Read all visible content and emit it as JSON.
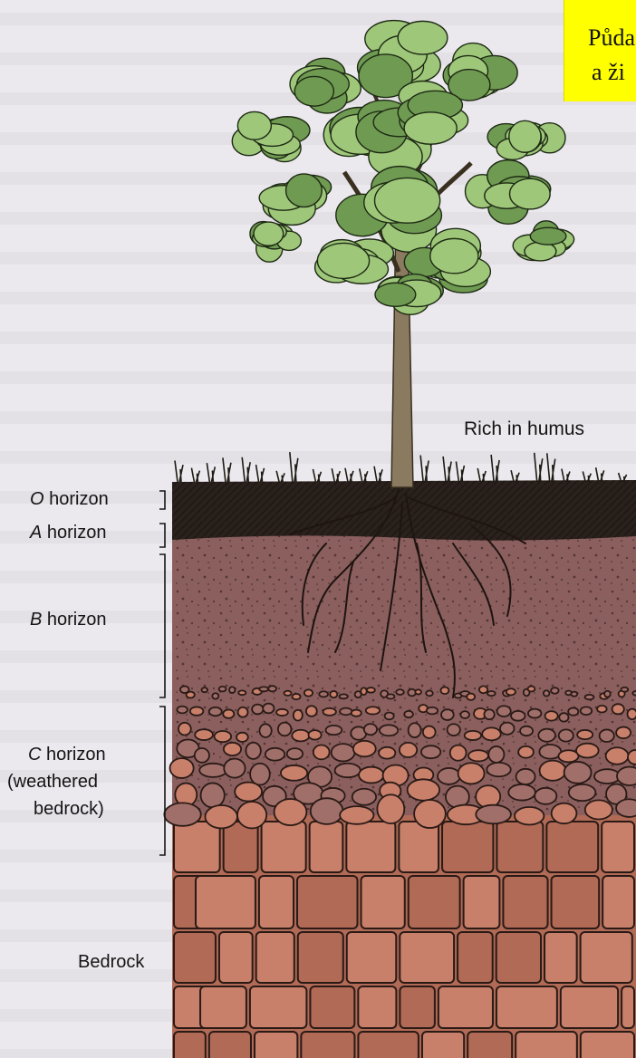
{
  "note": {
    "line1": "Půda",
    "line2": "a ži"
  },
  "labels": {
    "rich_in_humus": "Rich in humus",
    "o_horizon": {
      "letter": "O",
      "word": " horizon"
    },
    "a_horizon": {
      "letter": "A",
      "word": " horizon"
    },
    "b_horizon": {
      "letter": "B",
      "word": " horizon"
    },
    "c_horizon": {
      "letter": "C",
      "word": " horizon"
    },
    "c_horizon_note_1": "(weathered",
    "c_horizon_note_2": "bedrock)",
    "bedrock": "Bedrock"
  },
  "colors": {
    "topsoil": "#2a211d",
    "subsoil": "#8a5f5e",
    "subsoil_light": "#a06f6a",
    "rock": "#c8806a",
    "rock_dark": "#b06a55",
    "foliage": "#9ec77a",
    "foliage_dark": "#6f9a52",
    "trunk": "#8a7a60",
    "highlight": "#ffff00"
  }
}
